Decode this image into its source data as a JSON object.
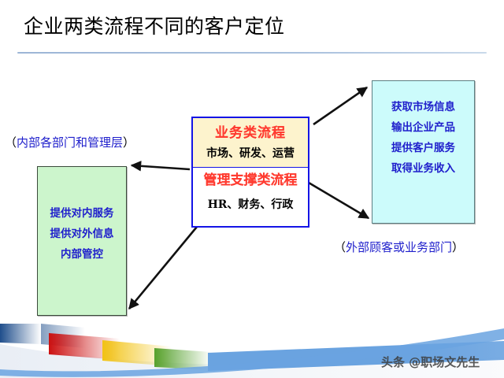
{
  "slide": {
    "title": "企业两类流程不同的客户定位",
    "watermark": "头条 @职场文先生",
    "accent_rule_color": "#9db6d6",
    "background_color": "#ffffff"
  },
  "center": {
    "top_box": {
      "heading": "业务类流程",
      "heading_color": "#ff3b30",
      "subtitle": "市场、研发、运营",
      "subtitle_color": "#000000",
      "fill_color": "#fdf3cd",
      "border_color": "#1414e6"
    },
    "bottom_box": {
      "heading": "管理支撑类流程",
      "heading_color": "#ff3b30",
      "subtitle": "HR、财务、行政",
      "subtitle_color": "#000000",
      "fill_color": "#ffffff",
      "border_color": "#1414e6"
    }
  },
  "left_box": {
    "fill_color": "#ccf5cc",
    "border_color": "#3a4a3a",
    "text_color": "#2020cc",
    "lines": [
      "提供对内服务",
      "提供对外信息",
      "内部管控"
    ]
  },
  "right_box": {
    "fill_color": "#ccfbfb",
    "border_color": "#5d7f82",
    "text_color": "#2020cc",
    "lines": [
      "获取市场信息",
      "输出企业产品",
      "提供客户服务",
      "取得业务收入"
    ]
  },
  "captions": {
    "left": {
      "open": "（",
      "inner": "内部各部门和管理层",
      "close": "）"
    },
    "right": {
      "open": "（",
      "inner": "外部顾客或业务部门",
      "close": "）"
    }
  },
  "arrows": [
    {
      "name": "arrow-to-right-box-top",
      "direction": "up-right",
      "color": "#111111"
    },
    {
      "name": "arrow-to-right-box-bottom",
      "direction": "down-right",
      "color": "#111111"
    },
    {
      "name": "arrow-to-left-box-top",
      "direction": "left",
      "color": "#111111"
    },
    {
      "name": "arrow-to-left-box-bottom",
      "direction": "down-left",
      "color": "#111111"
    }
  ],
  "decoration": {
    "bars": [
      {
        "name": "bar-navy",
        "color": "#1f4e8c"
      },
      {
        "name": "bar-red",
        "color": "#cc1111"
      },
      {
        "name": "bar-yellow",
        "color": "#f2c314"
      },
      {
        "name": "bar-green",
        "color": "#56a12e"
      },
      {
        "name": "bar-blue",
        "color": "#6aa3e0"
      }
    ],
    "curve_color": "#6aa3e0"
  }
}
